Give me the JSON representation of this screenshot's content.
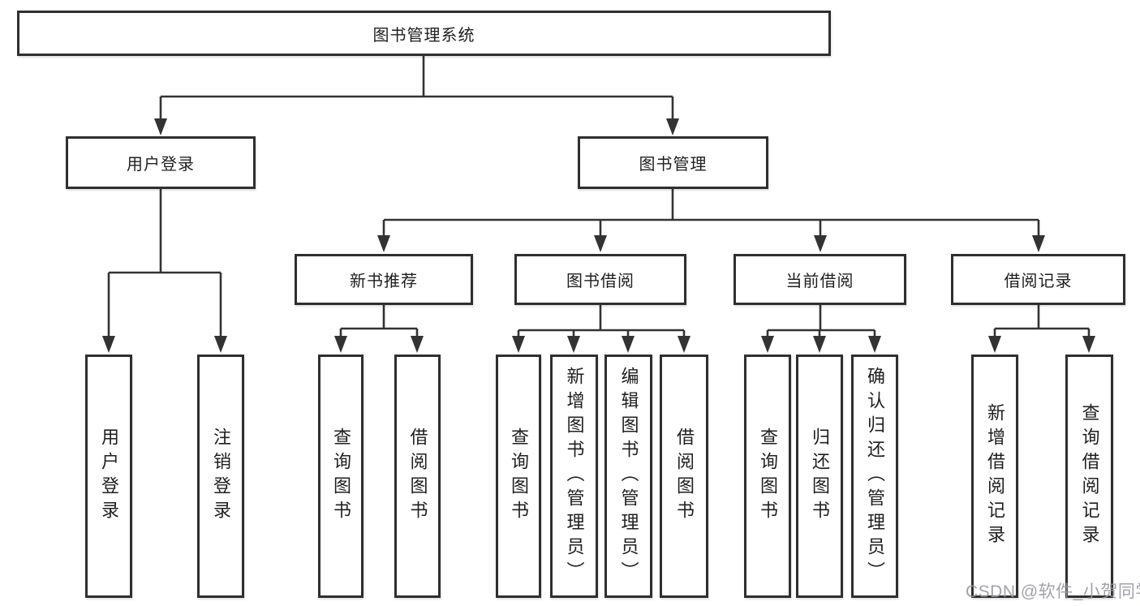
{
  "nodes": {
    "root": "图书管理系统",
    "user_login": "用户登录",
    "book_mgmt": "图书管理",
    "new_book": "新书推荐",
    "book_borrow": "图书借阅",
    "current_borrow": "当前借阅",
    "borrow_records": "借阅记录"
  },
  "leaves": {
    "user_login": [
      "用户登录",
      "注销登录"
    ],
    "new_book": [
      "查询图书",
      "借阅图书"
    ],
    "book_borrow": [
      "查询图书",
      "新增图书（管理员）",
      "编辑图书（管理员）",
      "借阅图书"
    ],
    "current_borrow": [
      "查询图书",
      "归还图书",
      "确认归还（管理员）"
    ],
    "borrow_records": [
      "新增借阅记录",
      "查询借阅记录"
    ]
  },
  "watermark": "CSDN @软件_小贺同学",
  "colors": {
    "line": "#333333",
    "border": "#2f2f2f",
    "text": "#1f1f1f",
    "watermark": "#9898a2",
    "background": "#ffffff"
  }
}
